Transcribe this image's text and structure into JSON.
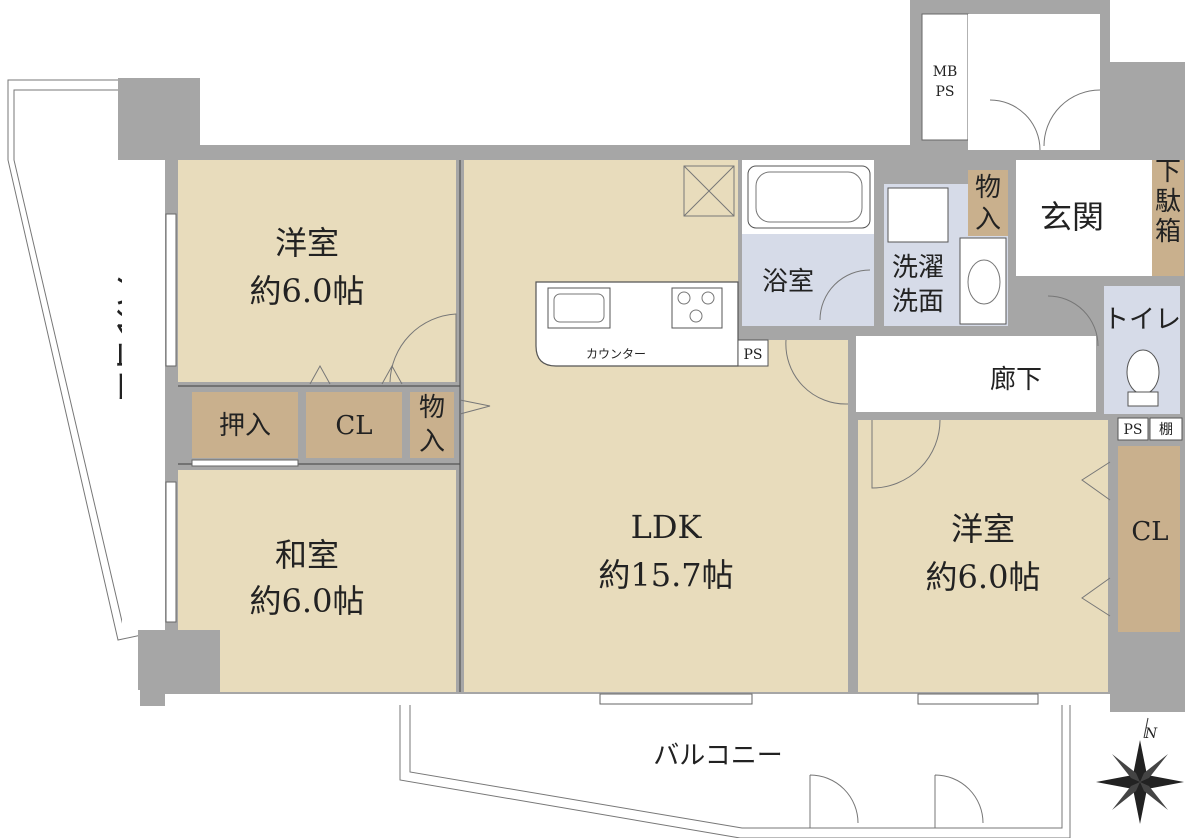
{
  "colors": {
    "wall": "#a6a6a6",
    "room": "#e8dcbc",
    "storage": "#c9b08d",
    "wet": "#d6dbe8",
    "floor_white": "#ffffff"
  },
  "rooms": {
    "western_room_1": {
      "name": "洋室",
      "size": "約6.0帖"
    },
    "japanese_room": {
      "name": "和室",
      "size": "約6.0帖"
    },
    "ldk": {
      "name": "LDK",
      "size": "約15.7帖"
    },
    "western_room_2": {
      "name": "洋室",
      "size": "約6.0帖"
    },
    "bathroom": {
      "name": "浴室"
    },
    "laundry_line1": "洗濯",
    "laundry_line2": "洗面",
    "toilet": {
      "name": "トイレ"
    },
    "entrance": {
      "name": "玄関"
    },
    "hallway": {
      "name": "廊下"
    }
  },
  "storage": {
    "oshiire": "押入",
    "cl_1": "CL",
    "cl_2": "CL",
    "monoire_1_a": "物",
    "monoire_1_b": "入",
    "monoire_2_a": "物",
    "monoire_2_b": "入",
    "geta_1": "下",
    "geta_2": "駄",
    "geta_3": "箱",
    "shelf": "棚"
  },
  "fixtures": {
    "counter": "カウンター",
    "ps_1": "PS",
    "ps_2": "PS",
    "mb_1": "MB",
    "mb_2": "PS"
  },
  "balconies": {
    "west": "バルコニー",
    "south": "バルコニー"
  },
  "compass": {
    "label": "N"
  }
}
